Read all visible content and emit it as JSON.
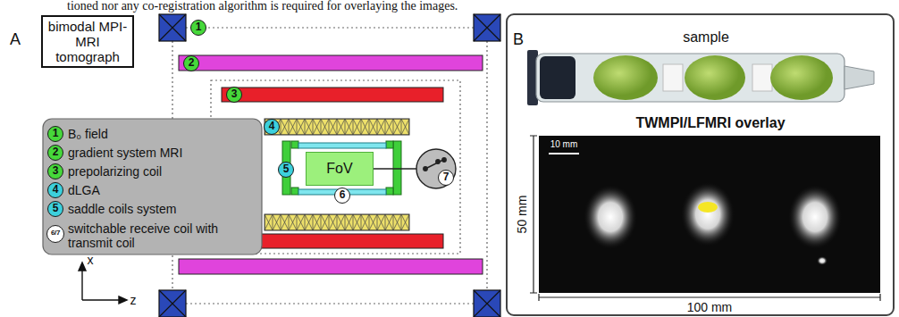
{
  "diagram": {
    "nodes": [
      {
        "text": [
          "bimodal MPI-MRI tomograph"
        ]
      },
      {
        "text": [
          "FoV"
        ]
      }
    ],
    "labels": [
      "tioned nor any co-registration algorithm is required for overlaying the images.",
      "A",
      "1",
      "2",
      "3",
      "4",
      "5",
      "6",
      "7",
      "1",
      "2",
      "3",
      "4",
      "5",
      "6/7",
      "x",
      "z",
      "B",
      "sample",
      "TWMPI/LFMRI overlay",
      "10 mm",
      "50 mm",
      "100 mm"
    ],
    "legend": [
      {
        "text": "B₀ field"
      },
      {
        "text": "gradient system MRI"
      },
      {
        "text": "prepolarizing coil"
      },
      {
        "text": "dLGA"
      },
      {
        "text": "saddle coils system"
      },
      {
        "text": "switchable receive coil with transmit coil"
      }
    ]
  }
}
